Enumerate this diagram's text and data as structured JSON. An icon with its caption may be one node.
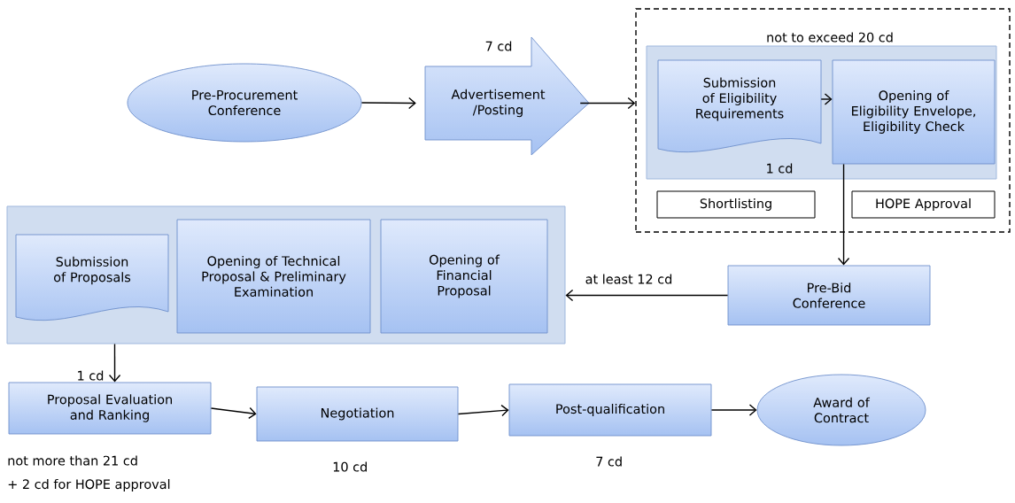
{
  "diagram": {
    "nodes": [
      {
        "text": [
          "Pre-Procurement Conference"
        ]
      },
      {
        "text": [
          "7 cd",
          "Advertisement /Posting"
        ]
      },
      {
        "text": [
          "not to exceed 20 cd"
        ]
      },
      {
        "text": [
          "1 cd"
        ],
        "in": 2
      },
      {
        "text": [
          "Submission of Eligibility Requirements"
        ],
        "in": 3
      },
      {
        "text": [
          "Opening of Eligibility Envelope, Eligibility Check"
        ],
        "in": 3
      },
      {
        "text": [
          "Shortlisting"
        ],
        "in": 2
      },
      {
        "text": [
          "HOPE Approval"
        ],
        "in": 2
      },
      {
        "text": [
          "Pre-Bid Conference"
        ]
      },
      {
        "text": [],
        "shape": "box"
      },
      {
        "text": [
          "Submission of Proposals"
        ],
        "in": 9
      },
      {
        "text": [
          "Opening of Technical Proposal & Preliminary Examination"
        ],
        "in": 9
      },
      {
        "text": [
          "Opening of Financial Proposal"
        ],
        "in": 9
      },
      {
        "text": [
          "Proposal Evaluation and Ranking"
        ],
        "beside": [
          "not more than 21 cd",
          "+ 2 cd for HOPE approval"
        ]
      },
      {
        "text": [
          "Negotiation"
        ],
        "beside": [
          "10 cd"
        ]
      },
      {
        "text": [
          "Post-qualification"
        ],
        "beside": [
          "7 cd"
        ]
      },
      {
        "text": [
          "Award of Contract"
        ]
      }
    ],
    "edges": [
      {
        "from": 0,
        "to": 1,
        "arrow": "to"
      },
      {
        "from": 1,
        "to": 2,
        "arrow": "to"
      },
      {
        "from": 4,
        "to": 5,
        "arrow": "to"
      },
      {
        "from": 5,
        "to": 8,
        "arrow": "to"
      },
      {
        "from": 8,
        "to": 9,
        "arrow": "to",
        "label": "at least 12 cd"
      },
      {
        "from": 9,
        "to": 13,
        "arrow": "to",
        "label": "1 cd"
      },
      {
        "from": 13,
        "to": 14,
        "arrow": "to"
      },
      {
        "from": 14,
        "to": 15,
        "arrow": "to"
      },
      {
        "from": 15,
        "to": 16,
        "arrow": "to"
      }
    ]
  }
}
